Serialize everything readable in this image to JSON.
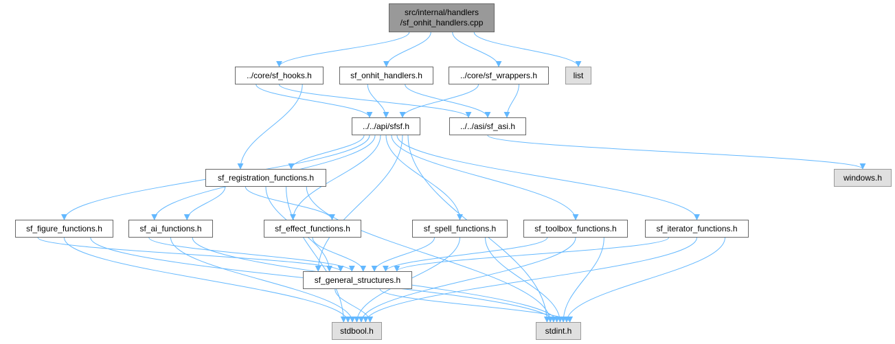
{
  "colors": {
    "edge": "#63b8ff",
    "node_border": "#666666",
    "root_fill": "#999999",
    "system_fill": "#e0e0e0"
  },
  "nodes": {
    "root": {
      "line1": "src/internal/handlers",
      "line2": "/sf_onhit_handlers.cpp"
    },
    "sf_hooks": {
      "label": "../core/sf_hooks.h"
    },
    "sf_onhit_handlers_h": {
      "label": "sf_onhit_handlers.h"
    },
    "sf_wrappers": {
      "label": "../core/sf_wrappers.h"
    },
    "list": {
      "label": "list"
    },
    "sfsf": {
      "label": "../../api/sfsf.h"
    },
    "sf_asi": {
      "label": "../../asi/sf_asi.h"
    },
    "windows": {
      "label": "windows.h"
    },
    "sf_registration_functions": {
      "label": "sf_registration_functions.h"
    },
    "sf_figure_functions": {
      "label": "sf_figure_functions.h"
    },
    "sf_ai_functions": {
      "label": "sf_ai_functions.h"
    },
    "sf_effect_functions": {
      "label": "sf_effect_functions.h"
    },
    "sf_spell_functions": {
      "label": "sf_spell_functions.h"
    },
    "sf_toolbox_functions": {
      "label": "sf_toolbox_functions.h"
    },
    "sf_iterator_functions": {
      "label": "sf_iterator_functions.h"
    },
    "sf_general_structures": {
      "label": "sf_general_structures.h"
    },
    "stdbool": {
      "label": "stdbool.h"
    },
    "stdint": {
      "label": "stdint.h"
    }
  },
  "edges": [
    [
      "root",
      "sf_hooks"
    ],
    [
      "root",
      "sf_onhit_handlers_h"
    ],
    [
      "root",
      "sf_wrappers"
    ],
    [
      "root",
      "list"
    ],
    [
      "sf_hooks",
      "sfsf"
    ],
    [
      "sf_hooks",
      "sf_asi"
    ],
    [
      "sf_hooks",
      "sf_registration_functions"
    ],
    [
      "sf_onhit_handlers_h",
      "sfsf"
    ],
    [
      "sf_onhit_handlers_h",
      "sf_asi"
    ],
    [
      "sf_wrappers",
      "sfsf"
    ],
    [
      "sf_wrappers",
      "sf_asi"
    ],
    [
      "sf_asi",
      "windows"
    ],
    [
      "sfsf",
      "sf_registration_functions"
    ],
    [
      "sfsf",
      "sf_figure_functions"
    ],
    [
      "sfsf",
      "sf_ai_functions"
    ],
    [
      "sfsf",
      "sf_effect_functions"
    ],
    [
      "sfsf",
      "sf_spell_functions"
    ],
    [
      "sfsf",
      "sf_toolbox_functions"
    ],
    [
      "sfsf",
      "sf_iterator_functions"
    ],
    [
      "sfsf",
      "sf_general_structures"
    ],
    [
      "sfsf",
      "stdint"
    ],
    [
      "sf_registration_functions",
      "sf_ai_functions"
    ],
    [
      "sf_registration_functions",
      "sf_effect_functions"
    ],
    [
      "sf_registration_functions",
      "sf_general_structures"
    ],
    [
      "sf_registration_functions",
      "stdbool"
    ],
    [
      "sf_registration_functions",
      "stdint"
    ],
    [
      "sf_figure_functions",
      "sf_general_structures"
    ],
    [
      "sf_figure_functions",
      "stdbool"
    ],
    [
      "sf_figure_functions",
      "stdint"
    ],
    [
      "sf_ai_functions",
      "sf_general_structures"
    ],
    [
      "sf_ai_functions",
      "stdbool"
    ],
    [
      "sf_ai_functions",
      "stdint"
    ],
    [
      "sf_effect_functions",
      "sf_general_structures"
    ],
    [
      "sf_spell_functions",
      "sf_general_structures"
    ],
    [
      "sf_spell_functions",
      "stdbool"
    ],
    [
      "sf_spell_functions",
      "stdint"
    ],
    [
      "sf_toolbox_functions",
      "sf_general_structures"
    ],
    [
      "sf_toolbox_functions",
      "stdbool"
    ],
    [
      "sf_toolbox_functions",
      "stdint"
    ],
    [
      "sf_iterator_functions",
      "sf_general_structures"
    ],
    [
      "sf_iterator_functions",
      "stdbool"
    ],
    [
      "sf_iterator_functions",
      "stdint"
    ],
    [
      "sf_general_structures",
      "stdbool"
    ],
    [
      "sf_general_structures",
      "stdint"
    ]
  ]
}
